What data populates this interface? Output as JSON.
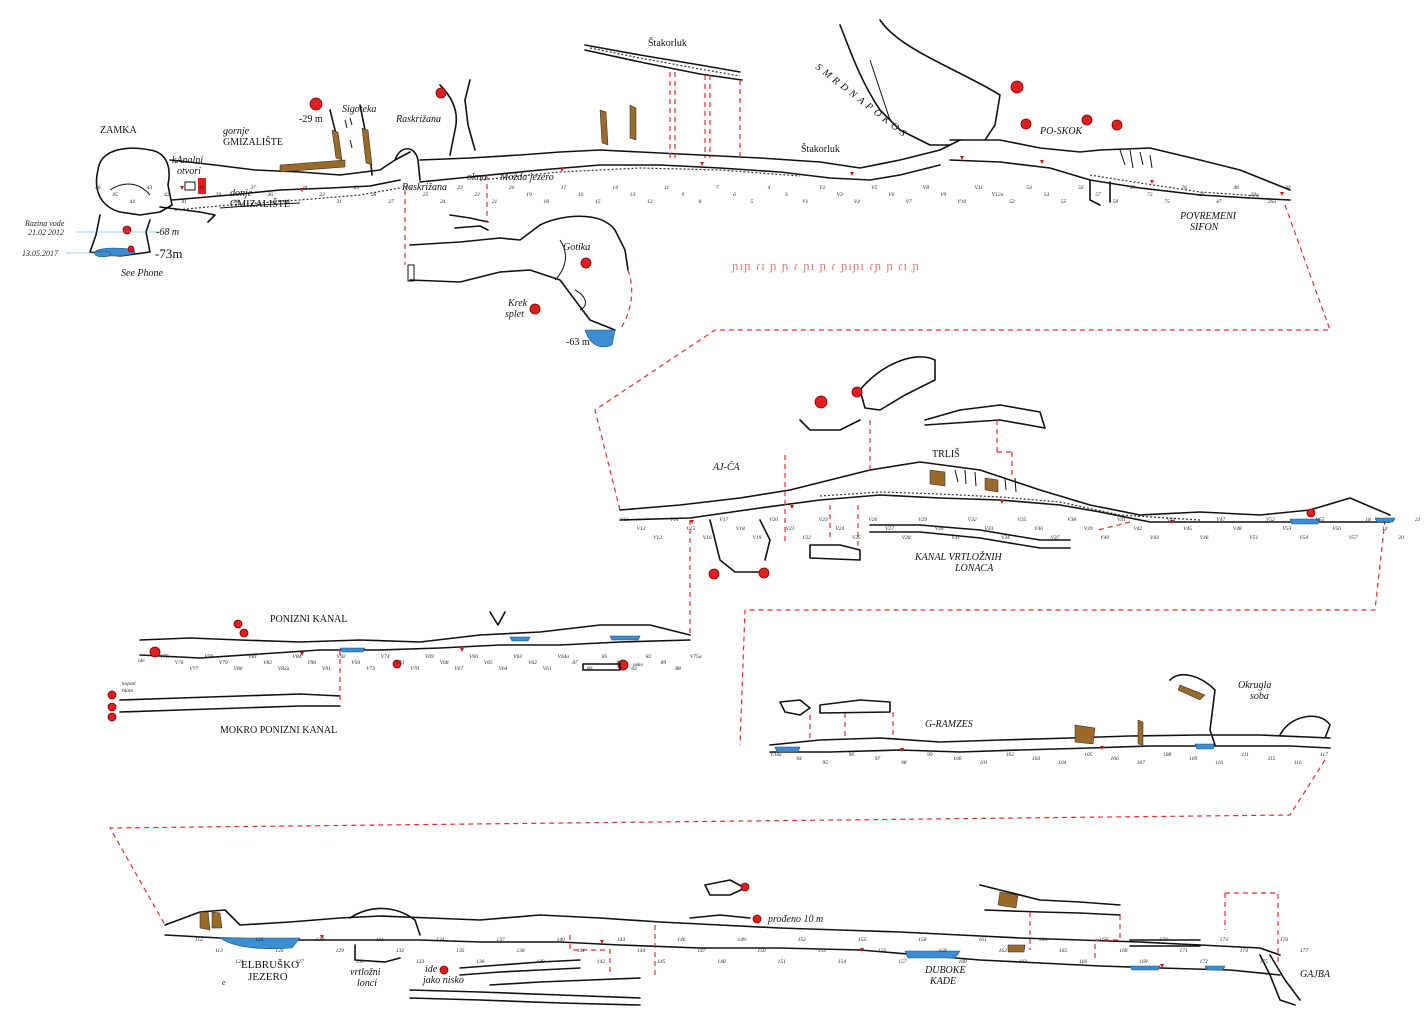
{
  "diagram": {
    "area_labels": {
      "zamka": "ZAMKA",
      "kanalni_otvori": [
        "kAnalni",
        "otvori"
      ],
      "gornje_gmizaliste": [
        "gornje",
        "GMIZALIŠTE"
      ],
      "donje_gmizaliste": [
        "donje",
        "GMIZALIŠTE"
      ],
      "sigoteka": "Sigoteka",
      "raskrizana_top": "Raskrižana",
      "raskrizana": "Raskrižana",
      "okno": "okno",
      "mozda_jezero": "Možda jezero",
      "stakorluk_top": "Štakorluk",
      "stakorluk": "Štakorluk",
      "smrdna_pokos": "SMRDNAPOKOS",
      "po_skok": "PO-SKOK",
      "povremeni_sifon": [
        "POVREMENI",
        "SIFON"
      ],
      "gotika": "Gotika",
      "krek_splet": [
        "Krek",
        "splet"
      ],
      "see_phone": "See Phone",
      "aj_ca": "AJ-ČA",
      "trlis": "TRLIŠ",
      "kanal_vrtloznih_lonaca": [
        "KANAL  VRTLOŽNIH",
        "LONACA"
      ],
      "ponizni_kanal": "PONIZNI  KANAL",
      "mokro_ponizni_kanal": "MOKRO PONIZNI KANAL",
      "kopati_blato": [
        "kopati",
        "blato"
      ],
      "g_ramzes": "G-RAMZES",
      "okrugla_soba": [
        "Okrugla",
        "soba"
      ],
      "elbrusko_jezero": [
        "ELBRUŠKO",
        "JEZERO"
      ],
      "vrtlozni_lonci": [
        "vrtložni",
        "lonci"
      ],
      "ide_jako_nisko": [
        "ide",
        "jako nisko"
      ],
      "prodeno": "prođeno 10 m",
      "duboke_kade": [
        "DUBOKE",
        "KADE"
      ],
      "gajba": "GAJBA",
      "ide": "ide",
      "usko": "usko",
      "e": "e"
    },
    "depths": {
      "d29": "-29 m",
      "d68": "-68 m",
      "d73": "-73m",
      "d63": "-63 m"
    },
    "water_level": {
      "label": [
        "Razina vode",
        "21.02 2012"
      ],
      "date": "13.05.2017"
    },
    "stations_row1": [
      "46",
      "45",
      "44",
      "43",
      "42",
      "41",
      "40",
      "39",
      "38",
      "37",
      "36",
      "35",
      "34",
      "33",
      "31",
      "29",
      "28",
      "27",
      "26",
      "25",
      "24",
      "23",
      "22",
      "21",
      "20",
      "19",
      "18",
      "17",
      "16",
      "15",
      "14",
      "13",
      "12",
      "11",
      "9",
      "8",
      "7",
      "6",
      "5",
      "4",
      "3",
      "V1",
      "V2",
      "V3",
      "V4",
      "V5",
      "V6",
      "V7",
      "V8",
      "V9",
      "V10",
      "V11",
      "V12a",
      "52",
      "53",
      "54",
      "55",
      "56",
      "57",
      "58",
      "59",
      "72",
      "75",
      "76",
      "30",
      "47",
      "48",
      "29a",
      "26a",
      "30"
    ],
    "stations_row2": [
      "V11",
      "V12",
      "V13",
      "V14",
      "V15",
      "V16",
      "V17",
      "V18",
      "V19",
      "V20",
      "V21",
      "V22",
      "V23",
      "V24",
      "V25",
      "V26",
      "V27",
      "V28",
      "V29",
      "V30",
      "V31",
      "V32",
      "V33",
      "V34",
      "V35",
      "V36",
      "V37",
      "V38",
      "V39",
      "V40",
      "V41",
      "V42",
      "V43",
      "V44",
      "V45",
      "V46",
      "V47",
      "V48",
      "V51",
      "V52",
      "V53",
      "V54",
      "V55",
      "V56",
      "V57",
      "18",
      "19",
      "20",
      "21"
    ],
    "stations_row3": [
      "V75",
      "V76",
      "V77",
      "V78",
      "V79",
      "V80",
      "V81",
      "V82",
      "V82a",
      "V84",
      "V90",
      "V91",
      "V92",
      "V93",
      "V73",
      "V74",
      "V71",
      "V70",
      "V69",
      "V68",
      "V67",
      "V66",
      "V65",
      "V64",
      "V63",
      "V62",
      "V61",
      "V64a",
      "87",
      "86",
      "85",
      "84",
      "83",
      "82",
      "89",
      "88",
      "V75a"
    ],
    "stations_row3b": [
      "V34a",
      "94",
      "95",
      "96",
      "97",
      "98",
      "99",
      "100",
      "101",
      "102",
      "103",
      "104",
      "105",
      "106",
      "107",
      "108",
      "109",
      "110",
      "111",
      "115",
      "116",
      "117"
    ],
    "stations_row4": [
      "112",
      "113",
      "124",
      "125",
      "126",
      "127",
      "128",
      "129",
      "130",
      "131",
      "132",
      "133",
      "134",
      "135",
      "136",
      "137",
      "138",
      "139",
      "140",
      "141",
      "142",
      "143",
      "144",
      "145",
      "146",
      "147",
      "148",
      "149",
      "150",
      "151",
      "152",
      "153",
      "154",
      "155",
      "156",
      "157",
      "158",
      "159",
      "160",
      "161",
      "162",
      "163",
      "164",
      "165",
      "166",
      "167",
      "168",
      "169",
      "170",
      "171",
      "172",
      "173",
      "174",
      "175",
      "176",
      "177"
    ],
    "hatched_legend": "ɲıɲ ɾı ɲ ɲ ɾ ɲı ɲ ɾ ɲıɲı ɾɲ ɲ ɾı ɲ"
  }
}
